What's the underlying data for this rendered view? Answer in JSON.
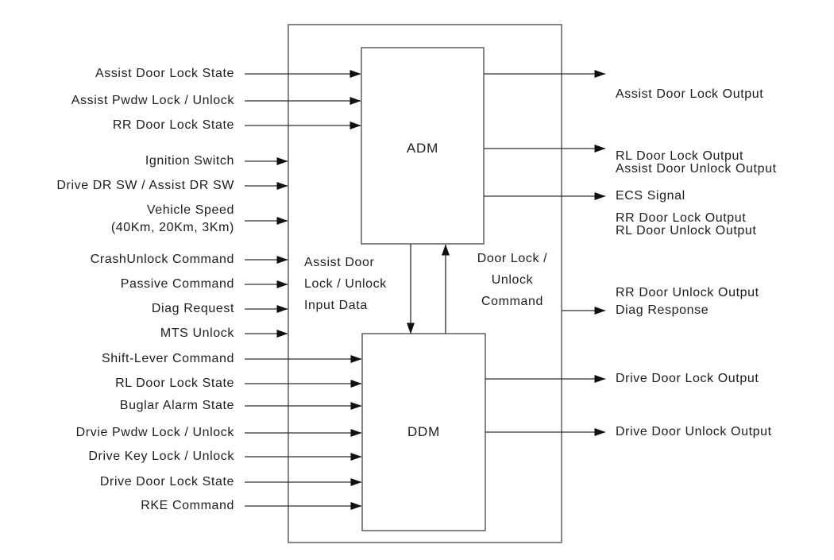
{
  "modules": {
    "adm": "ADM",
    "ddm": "DDM"
  },
  "left_inputs": [
    "Assist Door Lock State",
    "Assist Pwdw Lock / Unlock",
    "RR Door Lock State",
    "Ignition Switch",
    "Drive DR SW / Assist DR SW",
    "Vehicle Speed\n(40Km, 20Km, 3Km)",
    "CrashUnlock Command",
    "Passive Command",
    "Diag Request",
    "MTS Unlock",
    "Shift-Lever Command",
    "RL Door Lock State",
    "Buglar Alarm State",
    "Drvie Pwdw Lock / Unlock",
    "Drive Key Lock / Unlock",
    "Drive Door Lock State",
    "RKE Command"
  ],
  "right_outputs": {
    "lock_group": [
      "Assist Door Lock Output",
      "RL Door Lock Output",
      "RR Door Lock Output"
    ],
    "unlock_group": [
      "Assist Door Unlock Output",
      "RL Door Unlock Output",
      "RR Door Unlock Output"
    ],
    "ecs_signal": "ECS Signal",
    "diag_response": "Diag Response",
    "drive_lock": "Drive Door Lock Output",
    "drive_unlock": "Drive Door Unlock Output"
  },
  "internal_flows": {
    "adm_to_ddm": "Assist Door\nLock / Unlock\nInput Data",
    "ddm_to_adm": "Door Lock /\nUnlock\nCommand"
  },
  "colors": {
    "background": "#ffffff",
    "wire": "#2d2d2d",
    "box_border": "#5f5f5f",
    "text": "#1d1d1d",
    "arrowhead": "#111111"
  }
}
